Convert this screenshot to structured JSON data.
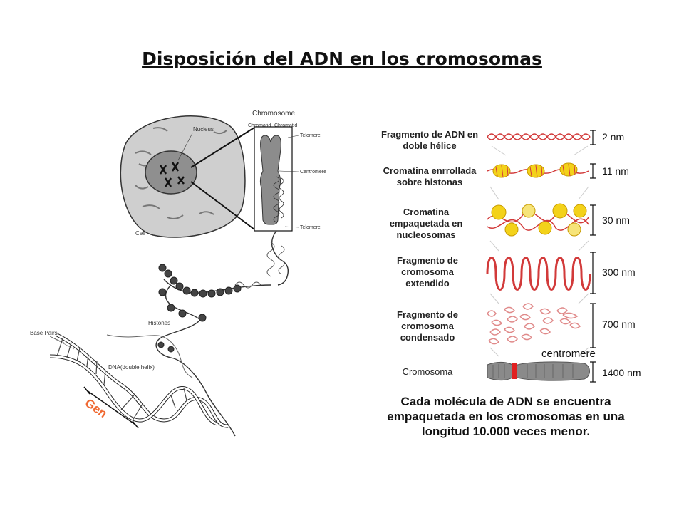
{
  "title": "Disposición del ADN en los cromosomas",
  "diagram": {
    "chromosome_heading": "Chromosome",
    "chromatid_left": "Chromatid",
    "chromatid_right": "Chromatid",
    "nucleus": "Nucleus",
    "telomere_top": "Telomere",
    "centromere": "Centromere",
    "telomere_bottom": "Telomere",
    "cell": "Cell",
    "histones": "Histones",
    "base_pairs": "Base Pairs",
    "dna": "DNA(double helix)",
    "gene": "Gen"
  },
  "levels": [
    {
      "label": "Fragmento de ADN en doble hélice",
      "size": "2 nm"
    },
    {
      "label": "Cromatina enrrollada sobre histonas",
      "size": "11 nm"
    },
    {
      "label": "Cromatina empaquetada en nucleosomas",
      "size": "30 nm"
    },
    {
      "label": "Fragmento de cromosoma extendido",
      "size": "300 nm"
    },
    {
      "label": "Fragmento de cromosoma condensado",
      "size": "700 nm"
    },
    {
      "label": "Cromosoma",
      "size": "1400 nm"
    }
  ],
  "centromere_label": "centromere",
  "caption": "Cada molécula de ADN se encuentra empaquetada en los cromosomas en una longitud 10.000 veces menor.",
  "colors": {
    "dna_red": "#d23a3a",
    "histone_yellow": "#f3d21a",
    "chromosome_grey": "#8a8a8a"
  }
}
